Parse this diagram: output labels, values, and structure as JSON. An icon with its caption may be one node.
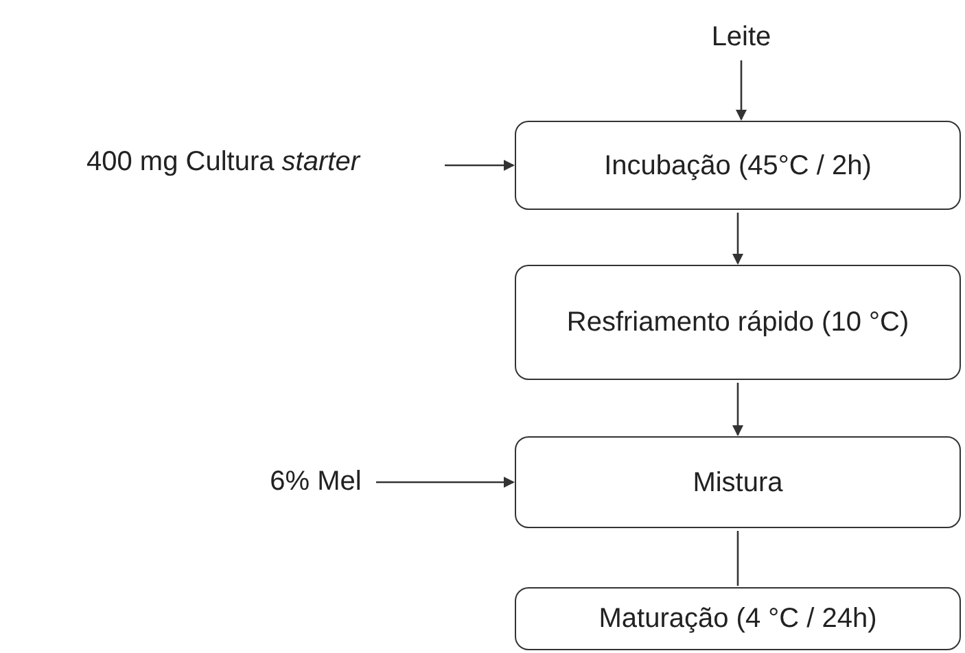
{
  "diagram": {
    "nodes": [
      {
        "text": [
          "Leite"
        ]
      },
      {
        "text": [
          "400 mg Cultura *starter*"
        ]
      },
      {
        "text": [
          "Incubação (45°C / 2h)"
        ]
      },
      {
        "text": [
          "Resfriamento rápido (10 °C)"
        ]
      },
      {
        "text": [
          "6% Mel"
        ]
      },
      {
        "text": [
          "Mistura"
        ]
      },
      {
        "text": [
          "Maturação (4 °C / 24h)"
        ]
      }
    ],
    "edges": [
      {
        "from": 0,
        "to": 2,
        "arrow": "to"
      },
      {
        "from": 1,
        "to": 2,
        "arrow": "to"
      },
      {
        "from": 2,
        "to": 3,
        "arrow": "to"
      },
      {
        "from": 3,
        "to": 5,
        "arrow": "to"
      },
      {
        "from": 4,
        "to": 5,
        "arrow": "to"
      },
      {
        "from": 5,
        "to": 6,
        "arrow": "none"
      }
    ]
  }
}
